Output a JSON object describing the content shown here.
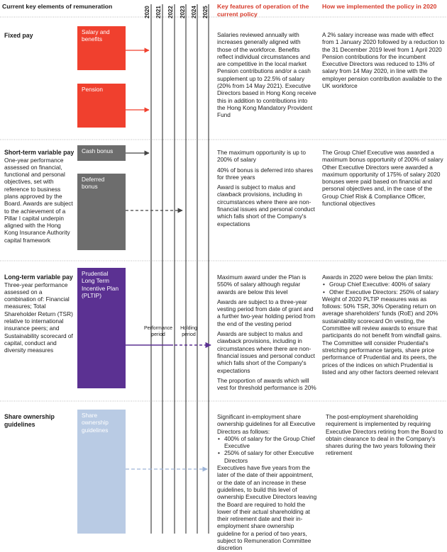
{
  "header": {
    "col1": "Current key elements of remuneration",
    "years": [
      "2020",
      "2021",
      "2022",
      "2023",
      "2024",
      "2025"
    ],
    "col3": "Key features of operation of the current policy",
    "col4": "How we implemented the policy in 2020"
  },
  "colors": {
    "fixed": "#f0402e",
    "short_term": "#6d6d6d",
    "long_term": "#5b3192",
    "share": "#b9cbe4",
    "heading_accent": "#d63a2a"
  },
  "fixed_pay": {
    "title": "Fixed pay",
    "box_salary": "Salary and benefits",
    "box_pension": "Pension",
    "features": "Salaries reviewed annually with increases generally aligned with those of the workforce. Benefits reflect individual circumstances and are competitive in the local market Pension contributions and/or a cash supplement up to 22.5% of salary (20% from 14 May 2021). Executive Directors based in Hong Kong receive this in addition to contributions into the Hong Kong Mandatory Provident Fund",
    "implementation": "A 2% salary increase was made with effect from 1 January 2020 followed by a reduction to the 31 December 2019 level from 1 April 2020 Pension contributions for the incumbent Executive Directors was reduced to 13% of salary from 14 May 2020, in line with the employer pension contribution available to the UK workforce"
  },
  "short_term": {
    "title": "Short-term variable pay",
    "description": "One-year performance assessed on financial, functional and personal objectives, set with reference to business plans approved by the Board. Awards are subject to the achievement of a Pillar I capital underpin aligned with the Hong Kong Insurance Authority capital framework",
    "box_cash": "Cash bonus",
    "box_deferred": "Deferred bonus",
    "features": [
      "The maximum opportunity is up to 200% of salary",
      "40% of bonus is deferred into shares for three years",
      "Award is subject to malus and clawback provisions, including in circumstances where there are non-financial issues and personal conduct which falls short of the Company's expectations"
    ],
    "implementation": "The Group Chief Executive was awarded a maximum bonus opportunity of 200% of salary Other Executive Directors were awarded a maximum opportunity of 175% of salary 2020 bonuses were paid based on financial and personal objectives and, in the case of the Group Chief Risk & Compliance Officer, functional objectives"
  },
  "long_term": {
    "title": "Long-term variable pay",
    "description": "Three-year performance assessed on a combination of: Financial measures; Total Shareholder Return (TSR) relative to international insurance peers; and Sustainability scorecard of capital, conduct and diversity measures",
    "box_pltip": "Prudential Long Term Incentive Plan (PLTIP)",
    "label_performance": "Performance period",
    "label_holding": "Holding period",
    "features": [
      "Maximum award under the Plan is 550% of salary although regular awards are below this level",
      "Awards are subject to a three-year vesting period from date of grant and a further two-year holding period from the end of the vesting period",
      "Awards are subject to malus and clawback provisions, including in circumstances where there are non-financial issues and personal conduct which falls short of the Company's expectations",
      "The proportion of awards which will vest for threshold performance is 20%"
    ],
    "impl_intro": "Awards in 2020 were below the plan limits:",
    "impl_bullets": [
      "Group Chief Executive: 400% of salary",
      "Other Executive Directors: 250% of salary"
    ],
    "impl_rest": "Weight of 2020 PLTIP measures was as follows: 50% TSR, 30% Operating return on average shareholders' funds (RoE) and 20% sustainability scorecard On vesting, the Committee will review awards to ensure that participants do not benefit from windfall gains. The Committee will consider Prudential's stretching performance targets, share price performance of Prudential and its peers, the prices of the indices on which Prudential is listed and any other factors deemed relevant"
  },
  "share_ownership": {
    "title": "Share ownership guidelines",
    "box": "Share ownership guidelines",
    "features_intro": "Significant in-employment share ownership guidelines for all Executive Directors as follows:",
    "features_bullets": [
      "400% of salary for the Group Chief Executive",
      "250% of salary for other Executive Directors"
    ],
    "features_rest": "Executives have five years from the later of the date of their appointment, or the date of an increase in these guidelines, to build this level of ownership Executive Directors leaving the Board are required to hold the lower of their actual shareholding at their retirement date and their in-employment share ownership guideline for a period of two years, subject to Remuneration Committee discretion",
    "implementation": "The post-employment shareholding requirement is implemented by requiring Executive Directors retiring from the Board to obtain clearance to deal in the Company's shares during the two years following their retirement"
  }
}
